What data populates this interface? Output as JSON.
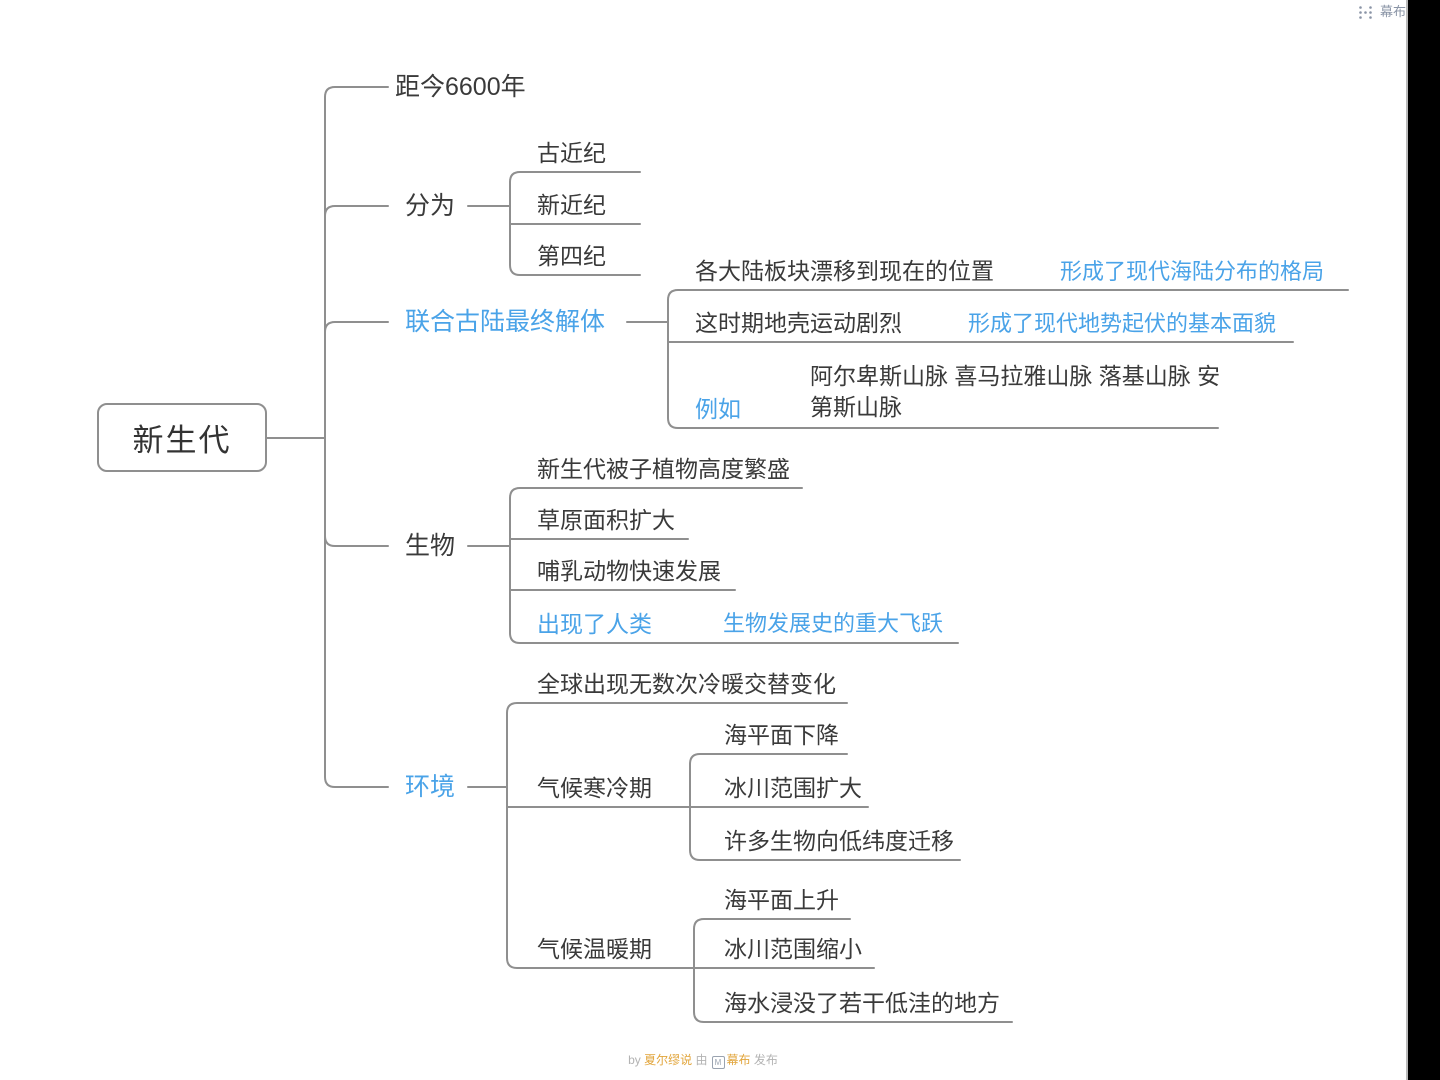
{
  "header": {
    "brand": "幕布"
  },
  "map": {
    "root": "新生代",
    "b1": "距今6600年",
    "b2": {
      "label": "分为",
      "c1": "古近纪",
      "c2": "新近纪",
      "c3": "第四纪"
    },
    "b3": {
      "label": "联合古陆最终解体",
      "c1": "各大陆板块漂移到现在的位置",
      "c1_note": "形成了现代海陆分布的格局",
      "c2": "这时期地壳运动剧烈",
      "c2_note": "形成了现代地势起伏的基本面貌",
      "c3": "例如",
      "c3_child": "阿尔卑斯山脉 喜马拉雅山脉 落基山脉 安第斯山脉"
    },
    "b4": {
      "label": "生物",
      "c1": "新生代被子植物高度繁盛",
      "c2": "草原面积扩大",
      "c3": "哺乳动物快速发展",
      "c4": "出现了人类",
      "c4_note": "生物发展史的重大飞跃"
    },
    "b5": {
      "label": "环境",
      "c1": "全球出现无数次冷暖交替变化",
      "cold": {
        "label": "气候寒冷期",
        "c1": "海平面下降",
        "c2": "冰川范围扩大",
        "c3": "许多生物向低纬度迁移"
      },
      "warm": {
        "label": "气候温暖期",
        "c1": "海平面上升",
        "c2": "冰川范围缩小",
        "c3": "海水浸没了若干低洼的地方"
      }
    }
  },
  "footer": {
    "by": "by",
    "author": "夏尔缪说",
    "via": "由",
    "brand": "幕布",
    "publish": "发布"
  },
  "colors": {
    "accent_blue": "#4aa3e8",
    "line": "#8f8f8f",
    "text": "#3a3a3a",
    "author_orange": "#e2a63d",
    "muted": "#b3b3b3"
  }
}
